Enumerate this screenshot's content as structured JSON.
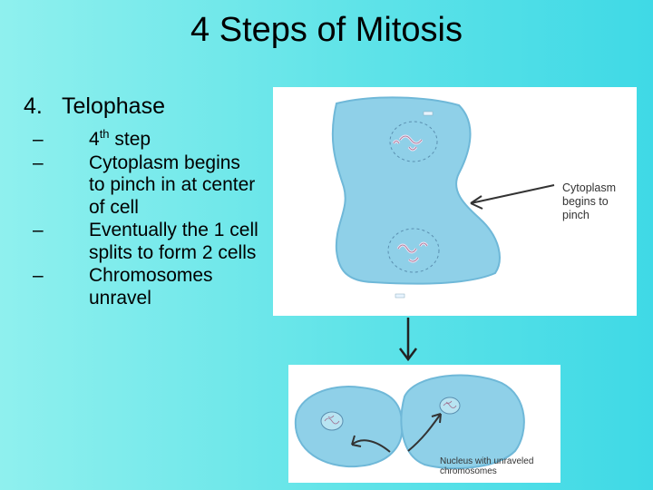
{
  "slide": {
    "title": "4 Steps of Mitosis",
    "heading_number": "4.",
    "heading_text": "Telophase",
    "bullets": [
      {
        "dash": "–",
        "pre": "4",
        "sup": "th",
        "post": " step"
      },
      {
        "dash": "–",
        "text": "Cytoplasm begins to pinch in at center of cell"
      },
      {
        "dash": "–",
        "text": "Eventually the 1 cell splits to form 2 cells"
      },
      {
        "dash": "–",
        "text": "Chromosomes unravel"
      }
    ]
  },
  "figure": {
    "callout_top": "Cytoplasm begins to pinch",
    "callout_bottom": "Nucleus with unraveled chromosomes",
    "colors": {
      "background_start": "#8ff0ee",
      "background_end": "#3fd9e6",
      "cell_fill": "#8fd0e8",
      "cell_stroke": "#5ab0d0",
      "arrow": "#333333"
    }
  }
}
